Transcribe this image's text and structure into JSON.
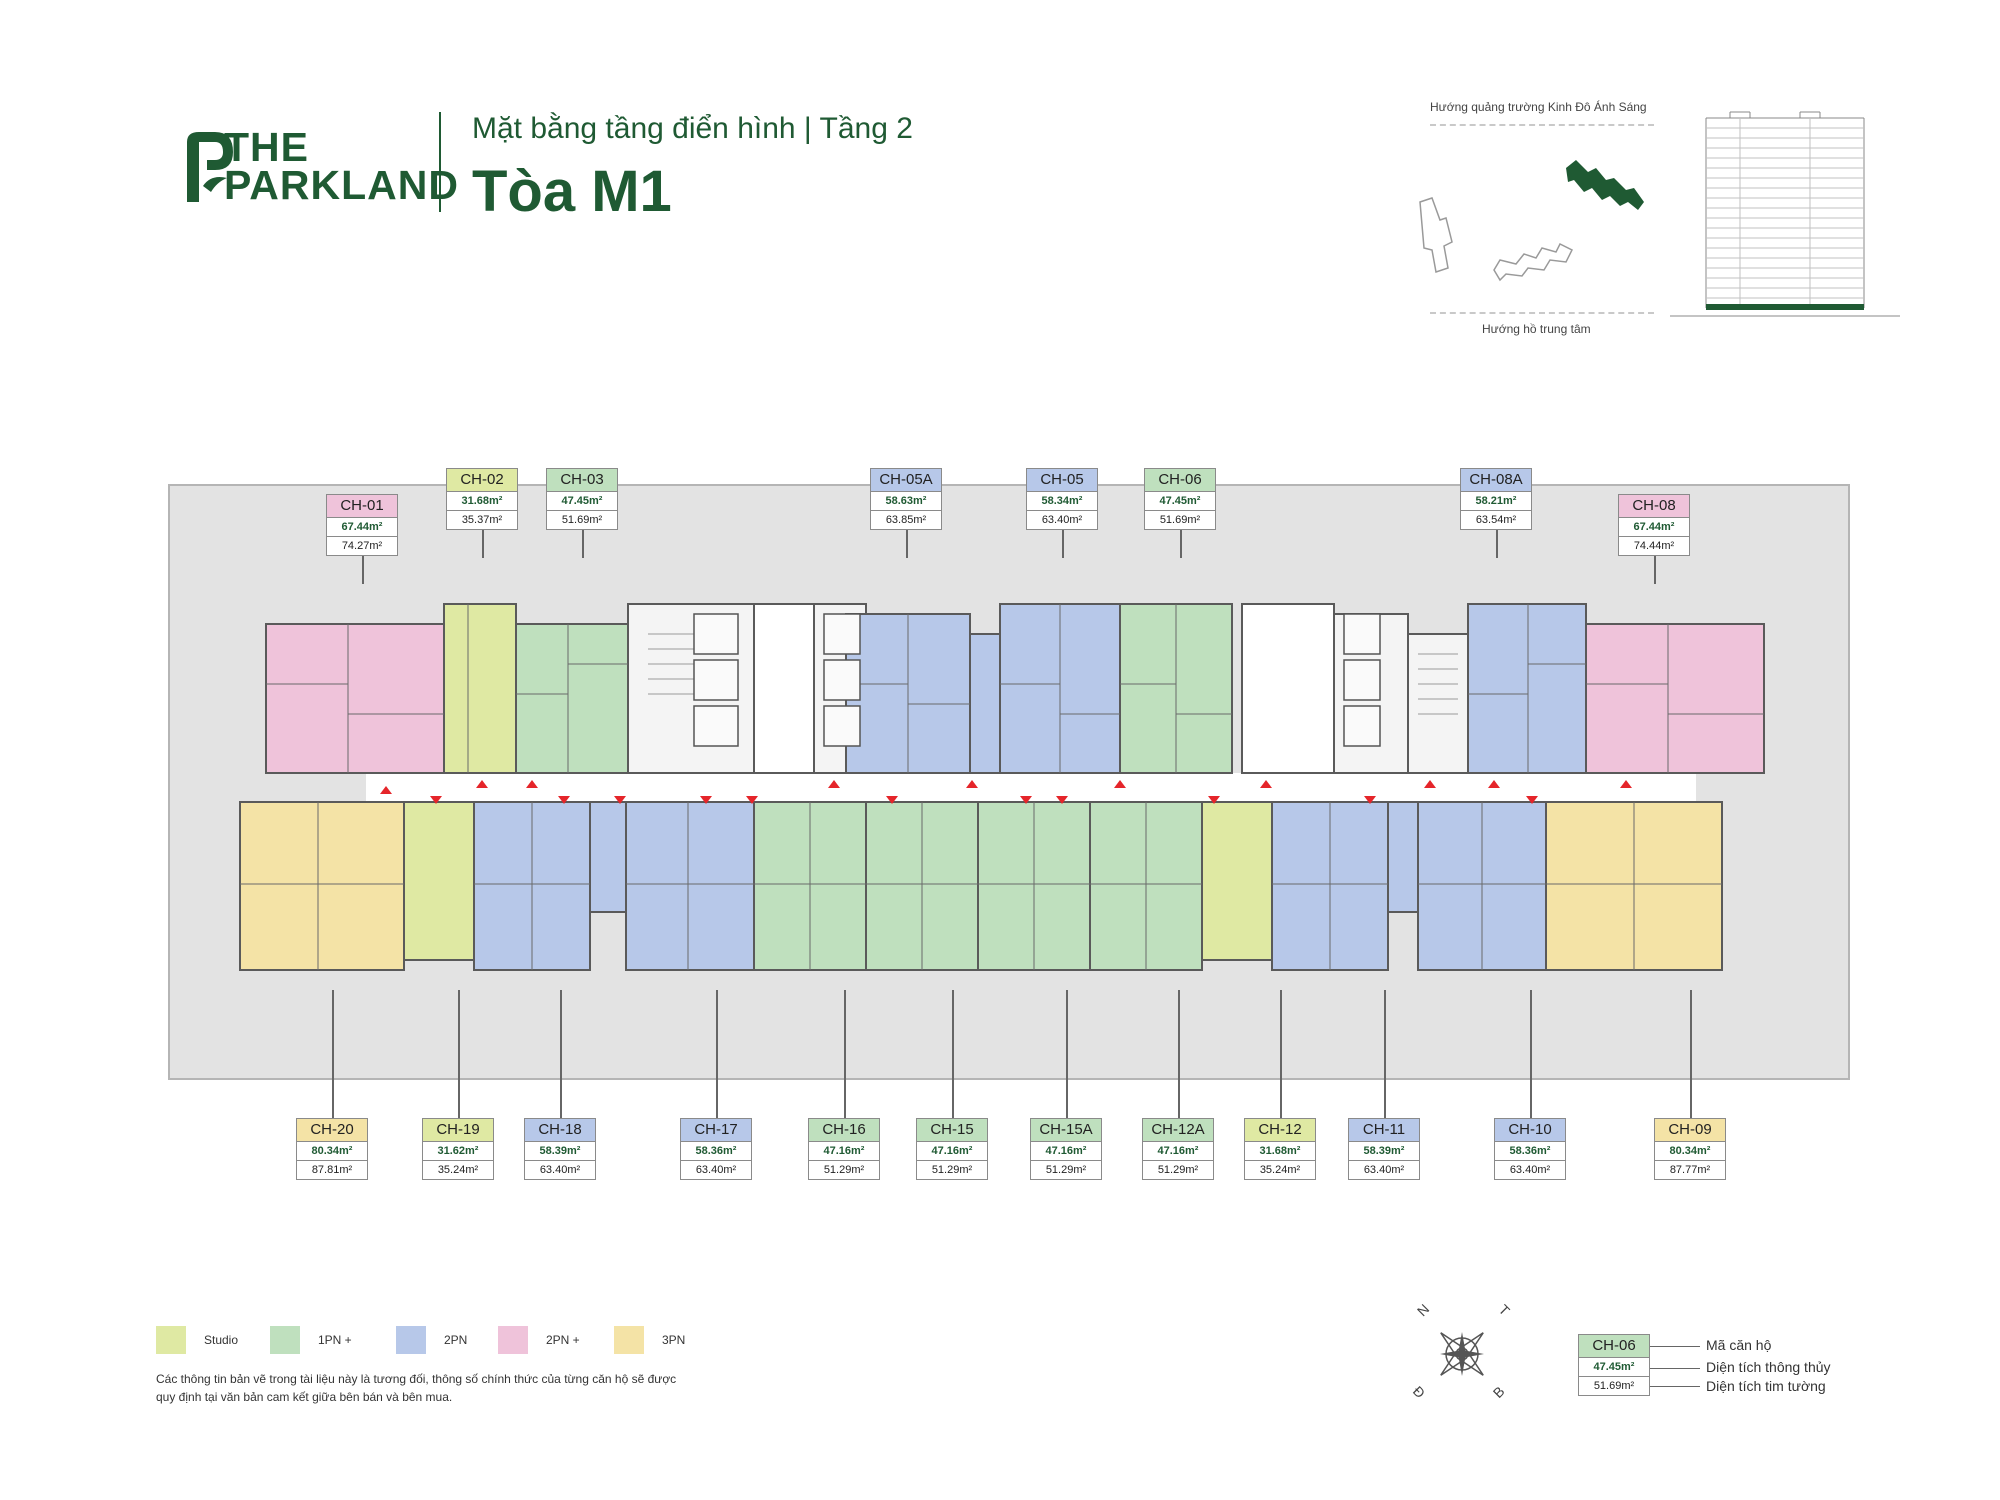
{
  "brand": {
    "line1": "THE",
    "line2": "PARKLAND"
  },
  "header": {
    "subtitle": "Mặt bằng tầng điển hình | Tầng 2",
    "title": "Tòa M1"
  },
  "key_plan": {
    "top_label": "Hướng quảng trường Kinh Đô Ánh Sáng",
    "bottom_label": "Hướng hồ trung tâm"
  },
  "colors": {
    "studio": "#dfe9a3",
    "1pn": "#bfe0be",
    "2pn": "#b7c8e9",
    "2pn_plus": "#efc3da",
    "3pn": "#f4e3a6",
    "brand": "#1f5a33"
  },
  "units_top": [
    {
      "code": "CH-01",
      "a": "67.44m²",
      "b": "74.27m²",
      "type": "2pn_plus"
    },
    {
      "code": "CH-02",
      "a": "31.68m²",
      "b": "35.37m²",
      "type": "studio"
    },
    {
      "code": "CH-03",
      "a": "47.45m²",
      "b": "51.69m²",
      "type": "1pn"
    },
    {
      "code": "CH-05A",
      "a": "58.63m²",
      "b": "63.85m²",
      "type": "2pn"
    },
    {
      "code": "CH-05",
      "a": "58.34m²",
      "b": "63.40m²",
      "type": "2pn"
    },
    {
      "code": "CH-06",
      "a": "47.45m²",
      "b": "51.69m²",
      "type": "1pn"
    },
    {
      "code": "CH-08A",
      "a": "58.21m²",
      "b": "63.54m²",
      "type": "2pn"
    },
    {
      "code": "CH-08",
      "a": "67.44m²",
      "b": "74.44m²",
      "type": "2pn_plus"
    }
  ],
  "units_bottom": [
    {
      "code": "CH-20",
      "a": "80.34m²",
      "b": "87.81m²",
      "type": "3pn"
    },
    {
      "code": "CH-19",
      "a": "31.62m²",
      "b": "35.24m²",
      "type": "studio"
    },
    {
      "code": "CH-18",
      "a": "58.39m²",
      "b": "63.40m²",
      "type": "2pn"
    },
    {
      "code": "CH-17",
      "a": "58.36m²",
      "b": "63.40m²",
      "type": "2pn"
    },
    {
      "code": "CH-16",
      "a": "47.16m²",
      "b": "51.29m²",
      "type": "1pn"
    },
    {
      "code": "CH-15",
      "a": "47.16m²",
      "b": "51.29m²",
      "type": "1pn"
    },
    {
      "code": "CH-15A",
      "a": "47.16m²",
      "b": "51.29m²",
      "type": "1pn"
    },
    {
      "code": "CH-12A",
      "a": "47.16m²",
      "b": "51.29m²",
      "type": "1pn"
    },
    {
      "code": "CH-12",
      "a": "31.68m²",
      "b": "35.24m²",
      "type": "studio"
    },
    {
      "code": "CH-11",
      "a": "58.39m²",
      "b": "63.40m²",
      "type": "2pn"
    },
    {
      "code": "CH-10",
      "a": "58.36m²",
      "b": "63.40m²",
      "type": "2pn"
    },
    {
      "code": "CH-09",
      "a": "80.34m²",
      "b": "87.77m²",
      "type": "3pn"
    }
  ],
  "legend": [
    {
      "label": "Studio",
      "type": "studio"
    },
    {
      "label": "1PN +",
      "type": "1pn"
    },
    {
      "label": "2PN",
      "type": "2pn"
    },
    {
      "label": "2PN +",
      "type": "2pn_plus"
    },
    {
      "label": "3PN",
      "type": "3pn"
    }
  ],
  "note": "Các thông tin bản vẽ trong tài liệu này là tương đối, thông số chính thức của từng căn hộ sẽ được quy định tại văn bản cam kết giữa bên bán và bên mua.",
  "compass": {
    "n": "N",
    "t": "T",
    "b": "B",
    "d": "Đ"
  },
  "key": {
    "code": "CH-06",
    "a": "47.45m²",
    "b": "51.69m²",
    "type": "1pn",
    "code_label": "Mã căn hộ",
    "a_label": "Diện tích thông thủy",
    "b_label": "Diện tích tim tường"
  }
}
